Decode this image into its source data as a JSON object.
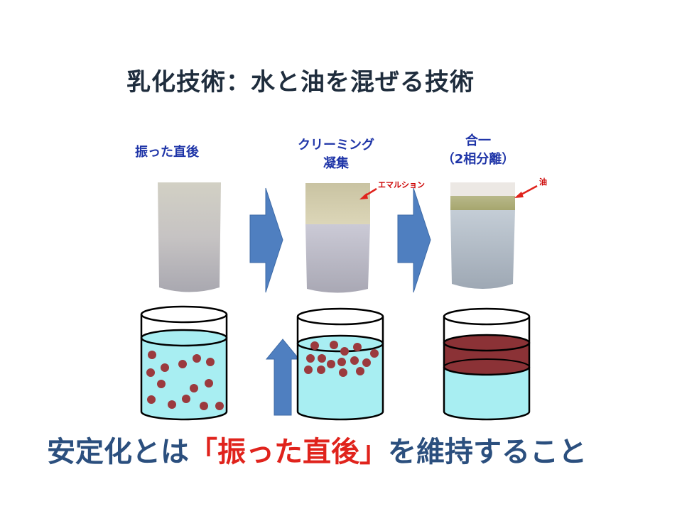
{
  "title": "乳化技術：水と油を混ぜる技術",
  "stages": [
    {
      "label": "振った直後"
    },
    {
      "label_line1": "クリーミング",
      "label_line2": "凝集",
      "annotation": "エマルション"
    },
    {
      "label_line1": "合一",
      "label_line2": "（2相分離）",
      "annotation": "油"
    }
  ],
  "footer": {
    "prefix": "安定化とは",
    "emphasis": "「振った直後」",
    "suffix": "を維持すること"
  },
  "colors": {
    "water": "#a8eef2",
    "oil": "#8b3236",
    "droplet": "#9b3a3e",
    "arrow": "#4f7fc0",
    "label": "#1f35a8",
    "footer": "#2b4f7e",
    "emphasis": "#e0231c",
    "annotation_arrow": "#e0231c"
  }
}
